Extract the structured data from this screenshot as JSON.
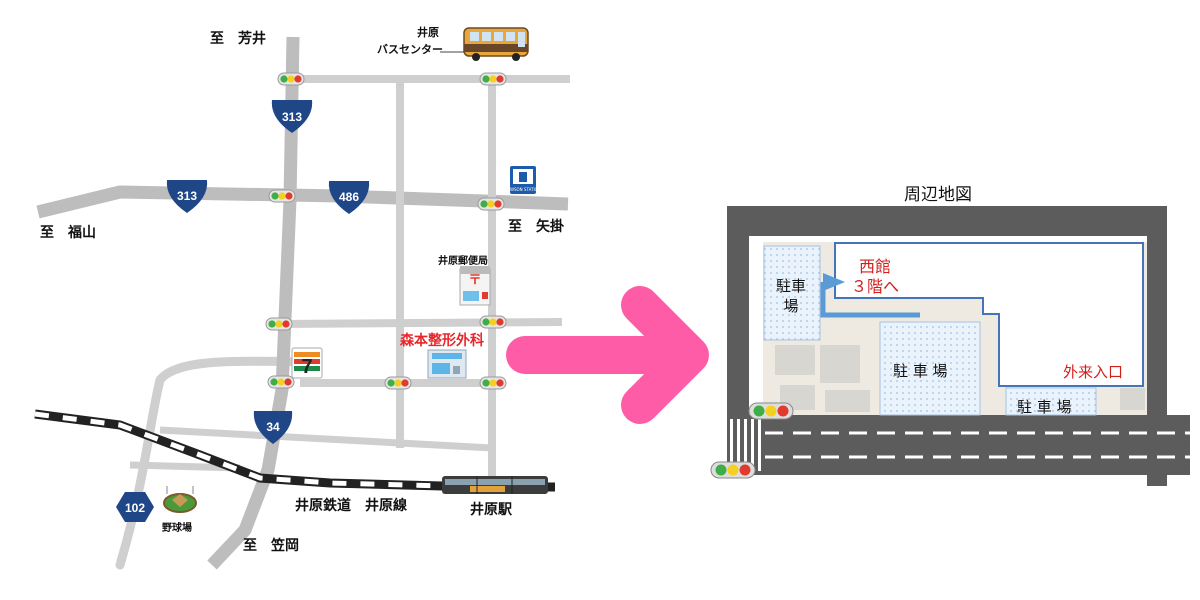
{
  "left_map": {
    "directions": {
      "north": "至　芳井",
      "west": "至　福山",
      "east": "至　矢掛",
      "south": "至　笠岡"
    },
    "route_shields": [
      "313",
      "313",
      "486",
      "34",
      "102"
    ],
    "bus_center": {
      "line1": "井原",
      "line2": "バスセンター"
    },
    "post_office": "井原郵便局",
    "clinic": "森本整形外科",
    "railway": "井原鉄道　井原線",
    "station": "井原駅",
    "ballpark": "野球場",
    "lawson_sign": "LAWSON STATION"
  },
  "detail_map": {
    "title": "周辺地図",
    "parking_left": "駐車\n場",
    "parking_center": "駐 車 場",
    "parking_right": "駐 車 場",
    "west_building": "西館\n３階へ",
    "outpatient": "外来入口"
  },
  "colors": {
    "arrow": "#ff5ca8",
    "clinic_text": "#e8262b",
    "shield": "#1f4788",
    "detail_red": "#d0201c"
  }
}
